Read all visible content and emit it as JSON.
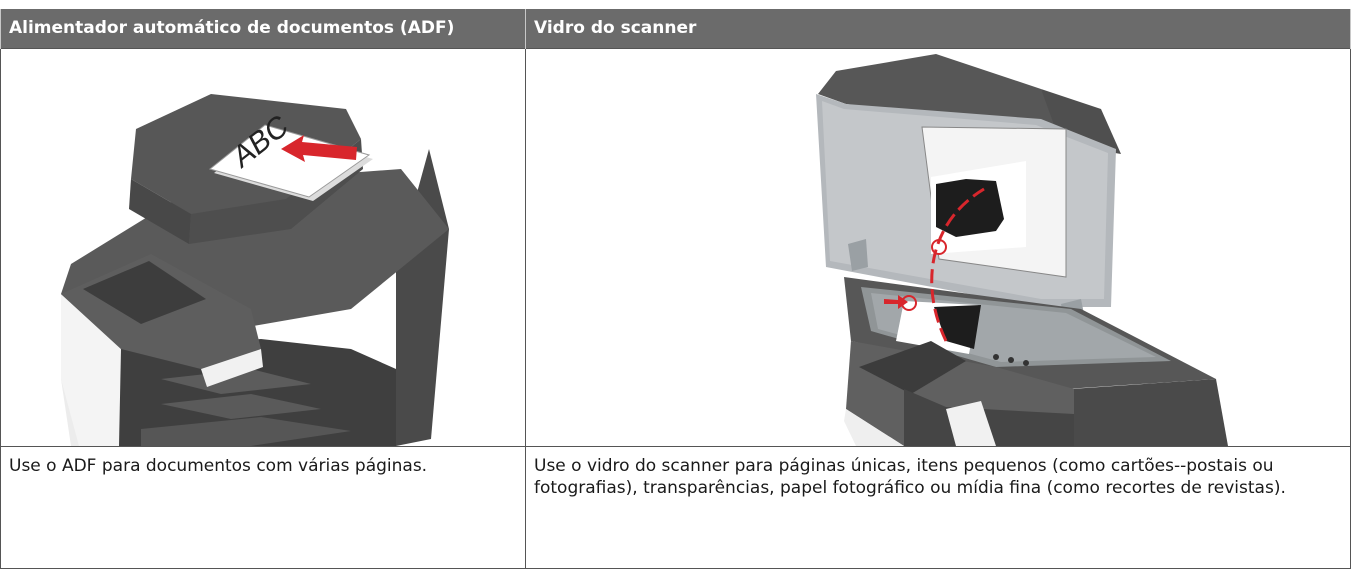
{
  "table": {
    "headers": [
      "Alimentador automático de documentos (ADF)",
      "Vidro do scanner"
    ],
    "descriptions": [
      "Use o ADF para documentos com várias páginas.",
      "Use o vidro do scanner para páginas únicas, itens pequenos (como cartões--postais ou fotografias), transparências, papel fotográfico ou mídia fina (como recortes de revistas)."
    ]
  },
  "adf_image": {
    "paper_text": "ABC"
  },
  "colors": {
    "header_bg": "#6b6b6b",
    "printer_dark": "#545454",
    "arrow_red": "#d8262c"
  }
}
